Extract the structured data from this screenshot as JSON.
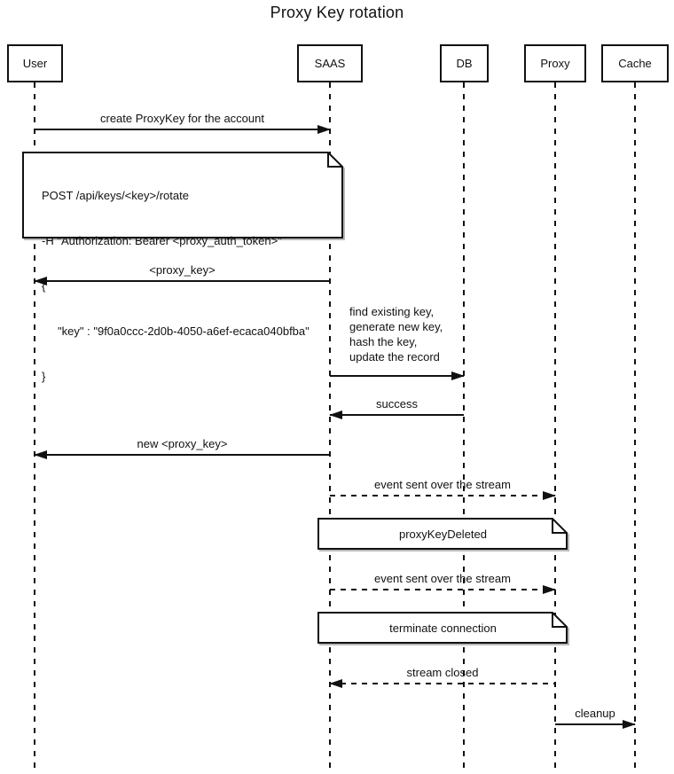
{
  "diagram": {
    "title": "Proxy Key rotation"
  },
  "actors": [
    {
      "label": "User"
    },
    {
      "label": "SAAS"
    },
    {
      "label": "DB"
    },
    {
      "label": "Proxy"
    },
    {
      "label": "Cache"
    }
  ],
  "messages": [
    {
      "label": "create ProxyKey for the account",
      "from": "User",
      "to": "SAAS",
      "line": "solid",
      "direction": "right"
    },
    {
      "label": "<proxy_key>",
      "from": "SAAS",
      "to": "User",
      "line": "solid",
      "direction": "left"
    },
    {
      "lines": [
        "find existing key,",
        "generate new key,",
        "hash the key,",
        "update the record"
      ],
      "from": "SAAS",
      "to": "DB",
      "line": "solid",
      "direction": "right"
    },
    {
      "label": "success",
      "from": "DB",
      "to": "SAAS",
      "line": "solid",
      "direction": "left"
    },
    {
      "label": "new <proxy_key>",
      "from": "SAAS",
      "to": "User",
      "line": "solid",
      "direction": "left"
    },
    {
      "label": "event sent over the stream",
      "from": "SAAS",
      "to": "Proxy",
      "line": "dashed",
      "direction": "right"
    },
    {
      "label": "event sent over the stream",
      "from": "SAAS",
      "to": "Proxy",
      "line": "dashed",
      "direction": "right"
    },
    {
      "label": "stream closed",
      "from": "Proxy",
      "to": "SAAS",
      "line": "dashed",
      "direction": "left"
    },
    {
      "label": "cleanup",
      "from": "Proxy",
      "to": "Cache",
      "line": "solid",
      "direction": "right"
    }
  ],
  "notes": [
    {
      "lines": [
        "POST /api/keys/<key>/rotate",
        "-H \"Authorization: Bearer <proxy_auth_token>\"",
        "{",
        "     \"key\" : \"9f0a0ccc-2d0b-4050-a6ef-ecaca040bfba\"",
        "}"
      ]
    },
    {
      "label": "proxyKeyDeleted"
    },
    {
      "label": "terminate connection"
    }
  ],
  "colors": {
    "stroke": "#111111",
    "background": "#ffffff",
    "note_fill": "#ffffff"
  }
}
